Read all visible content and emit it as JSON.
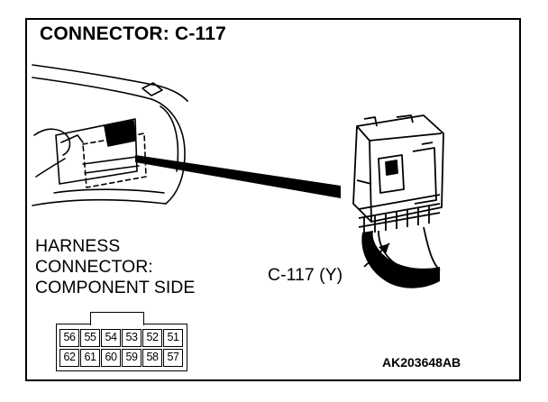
{
  "title": "CONNECTOR: C-117",
  "harness_label": {
    "line1": "HARNESS",
    "line2": "CONNECTOR:",
    "line3": "COMPONENT SIDE"
  },
  "callout": "C-117 (Y)",
  "figure_code": "AK203648AB",
  "pins": {
    "top_row": [
      "56",
      "55",
      "54",
      "53",
      "52",
      "51"
    ],
    "bottom_row": [
      "62",
      "61",
      "60",
      "59",
      "58",
      "57"
    ]
  }
}
